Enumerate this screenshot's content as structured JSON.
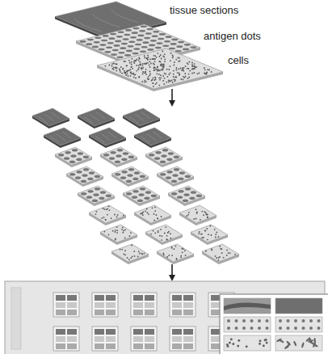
{
  "diagram": {
    "labels": [
      "tissue sections",
      "antigen dots",
      "cells"
    ]
  }
}
